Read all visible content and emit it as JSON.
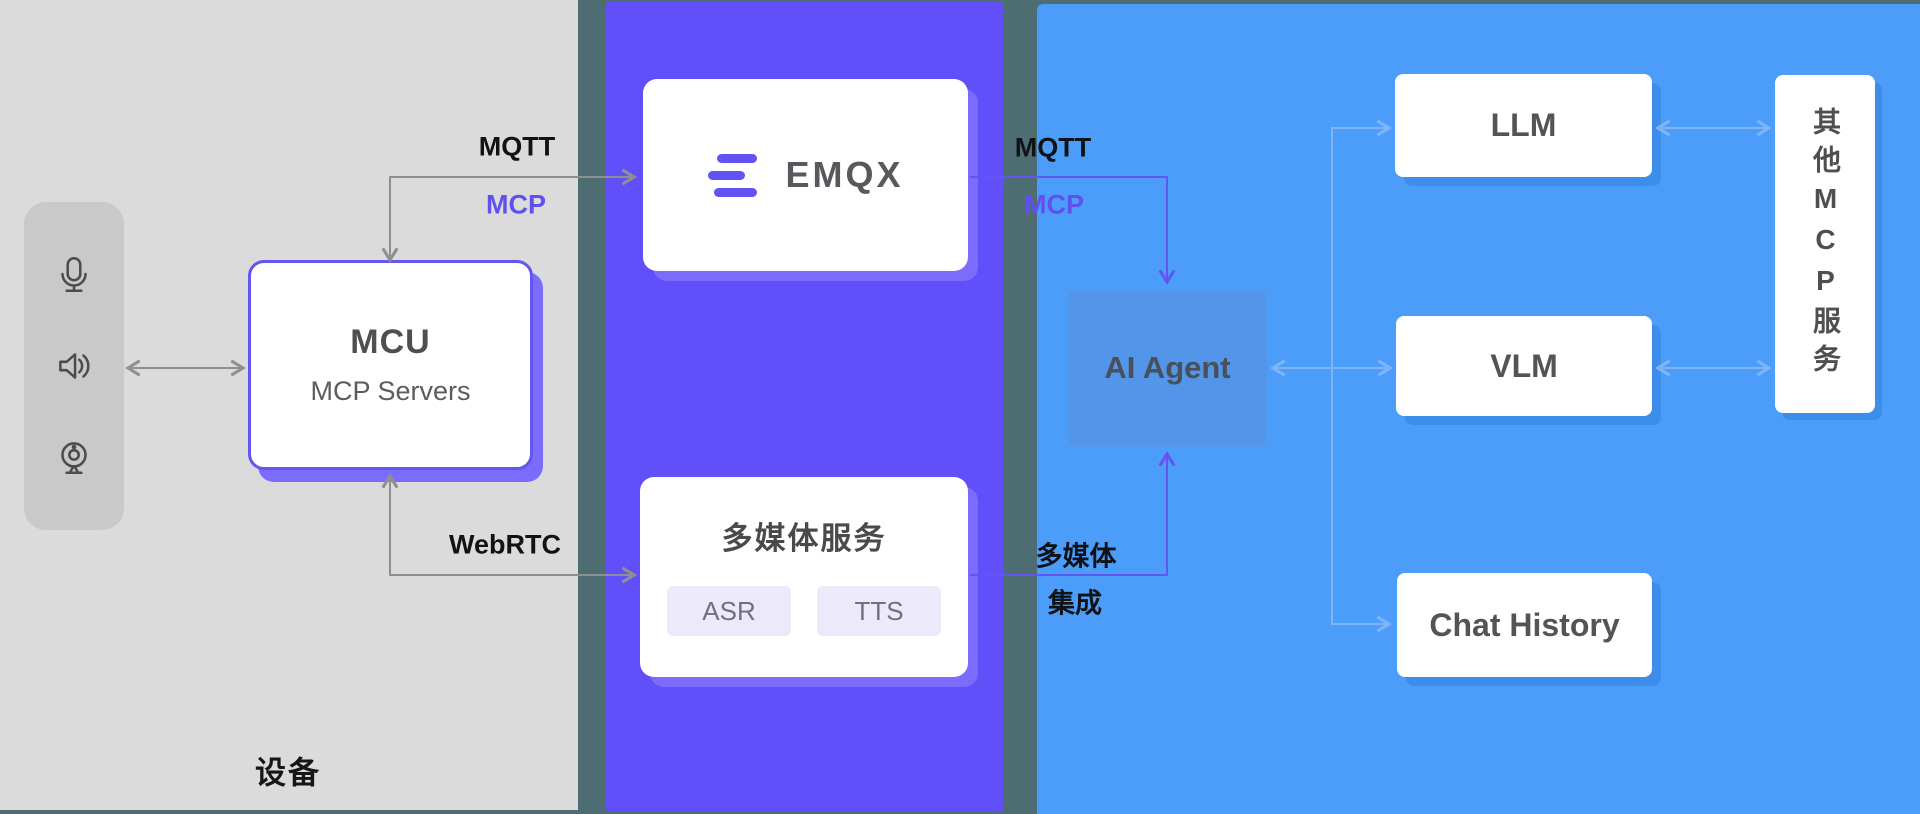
{
  "colors": {
    "background_teal": "#4e6d72",
    "panel_gray": "#dbdbdb",
    "panel_purple": "#6150fa",
    "panel_blue": "#4c9dfa",
    "accent_purple": "#6355ef",
    "shadow_purple": "#7c6cfd",
    "wire_gray": "#8f8f8f",
    "wire_purple": "#6355f0",
    "wire_lightblue": "#7fb5f8"
  },
  "device_panel": {
    "section_label": "设备",
    "icons": [
      "microphone-icon",
      "speaker-icon",
      "webcam-icon"
    ]
  },
  "mcu": {
    "title": "MCU",
    "subtitle": "MCP Servers"
  },
  "emqx": {
    "name": "EMQX",
    "logo": "emqx-logo"
  },
  "media_service": {
    "title": "多媒体服务",
    "chips": [
      "ASR",
      "TTS"
    ]
  },
  "agent": {
    "label": "AI Agent"
  },
  "models": [
    {
      "label": "LLM"
    },
    {
      "label": "VLM"
    },
    {
      "label": "Chat History"
    }
  ],
  "other_mcp": {
    "label": "其他MCP服务"
  },
  "edges": {
    "device_mcu_protocol_top": {
      "line1": "MQTT",
      "line2": "MCP"
    },
    "mcu_media_protocol": {
      "label": "WebRTC"
    },
    "emqx_agent_protocol": {
      "line1": "MQTT",
      "line2": "MCP"
    },
    "media_agent_integration": {
      "line1": "多媒体",
      "line2": "集成"
    }
  }
}
